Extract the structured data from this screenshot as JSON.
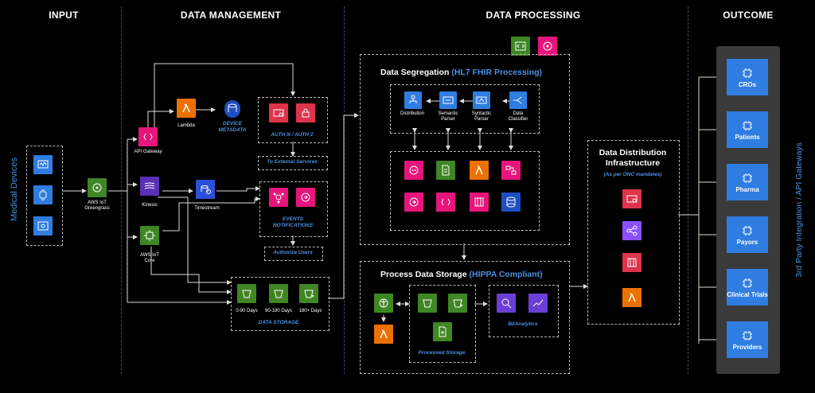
{
  "sections": {
    "input": "INPUT",
    "data_management": "DATA MANAGEMENT",
    "data_processing": "DATA PROCESSING",
    "outcome": "OUTCOME"
  },
  "input": {
    "vertical_label": "Medical Devices"
  },
  "data_management": {
    "greengrass": "AWS IoT Greengrass",
    "api_gateway": "API Gateway",
    "lambda": "Lambda",
    "device_metadata": "DEVICE METADATA",
    "auth": "AUTH N / AUTH Z",
    "to_external": "To External Services",
    "kinesis": "Kinesis",
    "timestream": "Timestream",
    "events": "EVENTS NOTIFICATIONS",
    "authorize_users": "Authorize Users",
    "iot_core": "AWS IoT Core",
    "storage": {
      "tiers": [
        "0-90 Days",
        "90-180 Days",
        "180+ Days"
      ],
      "label": "DATA STORAGE"
    }
  },
  "data_processing": {
    "segregation": {
      "title": "Data Segregation",
      "title_hl": "(HL7 FHIR Processing)",
      "steps": [
        "Distribution",
        "Semantic Parser",
        "Syntactic Parser",
        "Data Classifier"
      ]
    },
    "storage": {
      "title": "Process Data Storage",
      "title_hl": "(HIPPA Compliant)",
      "processed": "Processed Storage",
      "bi": "BI/Analytics"
    }
  },
  "distribution": {
    "title": "Data Distribution Infrastructure",
    "subtitle": "(As per ONC mandates)"
  },
  "outcome": {
    "items": [
      "CROs",
      "Patients",
      "Pharma",
      "Payors",
      "Clinical Trials",
      "Providers"
    ],
    "vertical_label": "3rd Party Integration / API Gateways"
  },
  "colors": {
    "accent_blue": "#4a90e2",
    "tile_blue": "#2f7de1",
    "red": "#dd344c",
    "green": "#3f8624",
    "orange": "#ed7100",
    "purple": "#8c4fff"
  }
}
